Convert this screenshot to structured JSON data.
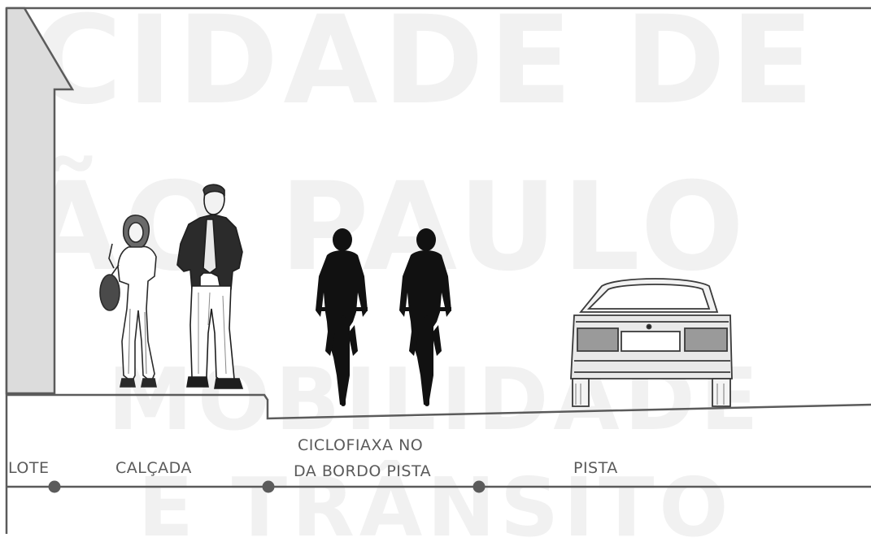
{
  "watermark": {
    "line1": "CIDADE DE",
    "line2": "ÃO PAULO",
    "line3": "MOBILIDADE",
    "line4": "E TRÂNSITO"
  },
  "labels": {
    "lote": "LOTE",
    "calcada": "CALÇADA",
    "ciclofaixa_line1": "CICLOFIAXA NO",
    "ciclofaixa_line2": "DA BORDO PISTA",
    "pista": "PISTA"
  },
  "figures": [
    "woman-pedestrian",
    "man-pedestrian",
    "cyclist",
    "cyclist",
    "car"
  ],
  "colors": {
    "outline": "#5b5b5b",
    "building_fill": "#dcdcdc",
    "label_text": "#5a5a5a",
    "watermark": "#f1f1f1",
    "silhouette": "#111111"
  }
}
